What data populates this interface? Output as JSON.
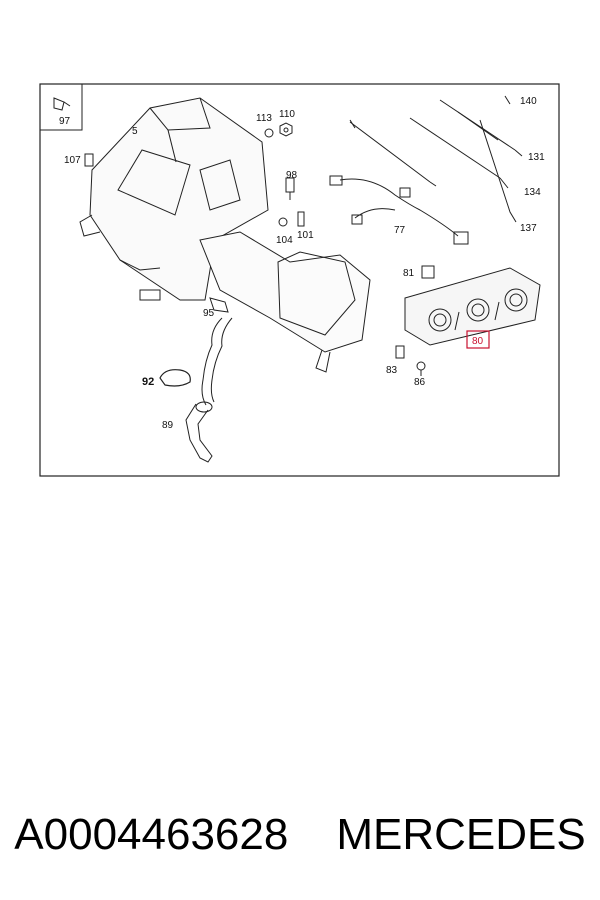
{
  "diagram": {
    "labels": {
      "l97": "97",
      "l5": "5",
      "l107": "107",
      "l113": "113",
      "l110": "110",
      "l98": "98",
      "l104": "104",
      "l101": "101",
      "l140": "140",
      "l131": "131",
      "l134": "134",
      "l137": "137",
      "l77": "77",
      "l81": "81",
      "l80": "80",
      "l95": "95",
      "l92": "92",
      "l89": "89",
      "l83": "83",
      "l86": "86"
    },
    "highlight_color": "#c8102e"
  },
  "caption": {
    "part_number": "A0004463628",
    "brand": "MERCEDES"
  }
}
